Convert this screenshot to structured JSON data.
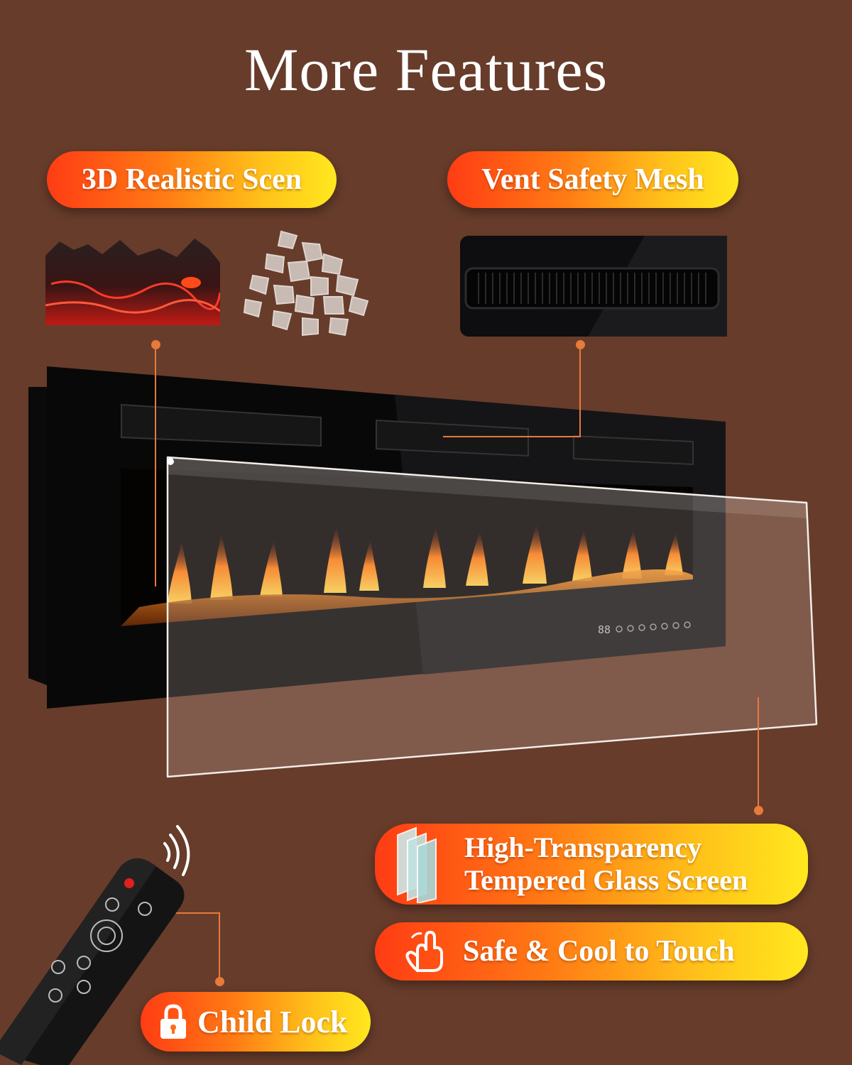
{
  "title": "More Features",
  "features": {
    "realistic_scene": "3D Realistic Scen",
    "vent_mesh": "Vent Safety Mesh",
    "glass_line1": "High-Transparency",
    "glass_line2": "Tempered Glass Screen",
    "touch": "Safe & Cool to Touch",
    "child_lock": "Child Lock"
  },
  "control_panel": {
    "display": "88"
  },
  "colors": {
    "background": "#673c2b",
    "pill_start": "#ff3c14",
    "pill_end": "#ffe81e",
    "connector": "#e87a3a"
  },
  "icons": [
    "glass-layers-icon",
    "touch-hand-icon",
    "padlock-icon",
    "wireless-signal-icon"
  ]
}
